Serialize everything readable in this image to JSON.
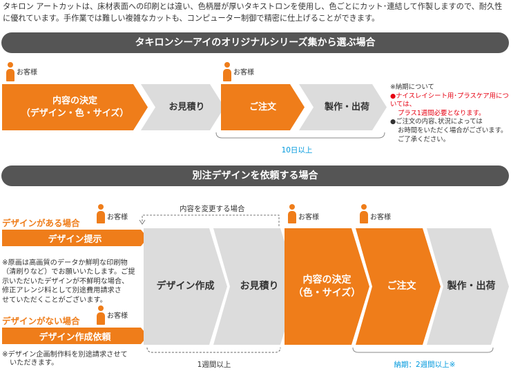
{
  "intro": "タキロン アートカットは、床材表面への印刷とは違い、色柄層が厚いタキストロンを使用し、色ごとにカット･連結して作製しますので、耐久性に優れています。手作業では難しい複雑なカットも、コンピューター制御で精密に仕上げることができます。",
  "section1": {
    "banner": "タキロンシーアイのオリジナルシリーズ集から選ぶ場合",
    "customer_label": "お客様",
    "steps": [
      {
        "line1": "内容の決定",
        "line2": "（デザイン・色・サイズ）"
      },
      {
        "line1": "お見積り",
        "line2": ""
      },
      {
        "line1": "ご注文",
        "line2": ""
      },
      {
        "line1": "製作・出荷",
        "line2": ""
      }
    ],
    "notes": {
      "heading": "※納期について",
      "red_line1": "●ナイスレイシート用･プラスケア用については、",
      "red_line2": "プラス1週間必要となります。",
      "line3": "●ご注文の内容､状況によっては",
      "line4": "お時間をいただく場合がございます。",
      "line5": "ご了承ください。"
    },
    "duration": "10日以上"
  },
  "section2": {
    "banner": "別注デザインを依頼する場合",
    "customer_label": "お客様",
    "with_design_label": "デザインがある場合",
    "with_design_tab": "デザイン提示",
    "with_design_note": [
      "※原画は高画質のデータか鮮明な印刷物",
      "（清刷りなど）でお願いいたします。ご提",
      "示いただいたデザインが不鮮明な場合、",
      "修正アレンジ料として別途費用請求さ",
      "せていただくことがございます。"
    ],
    "without_design_label": "デザインがない場合",
    "without_design_tab": "デザイン作成依頼",
    "without_design_note": [
      "※デザイン企画制作料を別途請求させて",
      "いただきます。"
    ],
    "change_note": "内容を変更する場合",
    "steps": [
      {
        "line1": "デザイン作成",
        "line2": ""
      },
      {
        "line1": "お見積り",
        "line2": ""
      },
      {
        "line1": "内容の決定",
        "line2": "（色・サイズ）"
      },
      {
        "line1": "ご注文",
        "line2": ""
      },
      {
        "line1": "製作・出荷",
        "line2": ""
      }
    ],
    "duration1": "1週間以上",
    "duration2": "納期：2週間以上※"
  },
  "colors": {
    "orange": "#ef7d1a",
    "gray": "#dcdcdc",
    "banner": "#555555",
    "red": "#e60012",
    "blue": "#0099dd"
  }
}
